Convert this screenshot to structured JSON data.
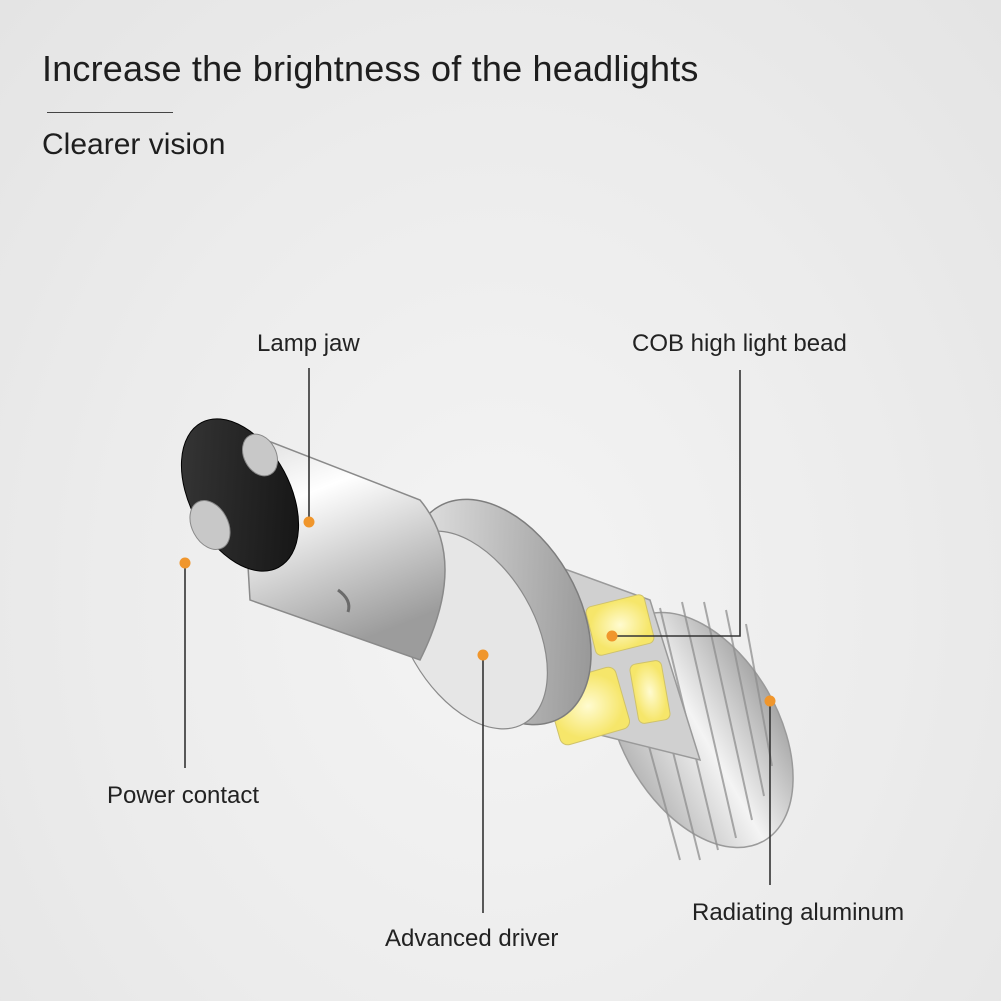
{
  "heading": "Increase the brightness of the headlights",
  "subheading": "Clearer vision",
  "callouts": {
    "lamp_jaw": "Lamp jaw",
    "cob_bead": "COB high light bead",
    "power_contact": "Power contact",
    "advanced_driver": "Advanced driver",
    "radiating_aluminum": "Radiating aluminum"
  },
  "colors": {
    "accent_dot": "#f0962c",
    "leader_line": "#333333",
    "led_chip": "#fff6a8"
  }
}
